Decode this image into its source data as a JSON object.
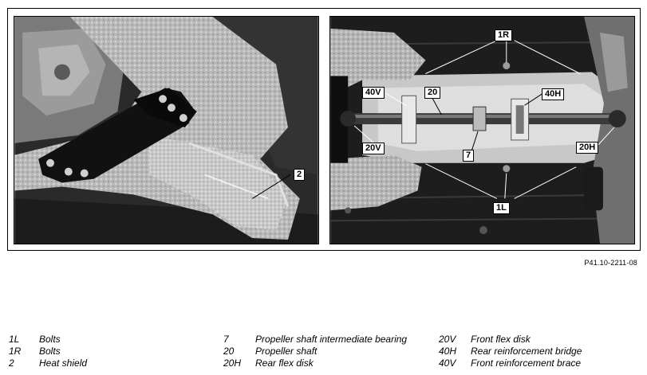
{
  "figure": {
    "id": "P41.10-2211-08",
    "left_callouts": {
      "c2": "2"
    },
    "right_callouts": {
      "c1R": "1R",
      "c40V": "40V",
      "c20": "20",
      "c40H": "40H",
      "c20V": "20V",
      "c7": "7",
      "c20H": "20H",
      "c1L": "1L"
    }
  },
  "legend": [
    {
      "code": "1L",
      "desc": "Bolts"
    },
    {
      "code": "1R",
      "desc": "Bolts"
    },
    {
      "code": "2",
      "desc": "Heat shield"
    },
    {
      "code": "7",
      "desc": "Propeller shaft intermediate bearing"
    },
    {
      "code": "20",
      "desc": "Propeller shaft"
    },
    {
      "code": "20H",
      "desc": "Rear flex disk"
    },
    {
      "code": "20V",
      "desc": "Front flex disk"
    },
    {
      "code": "40H",
      "desc": "Rear reinforcement bridge"
    },
    {
      "code": "40V",
      "desc": "Front reinforcement brace"
    }
  ]
}
